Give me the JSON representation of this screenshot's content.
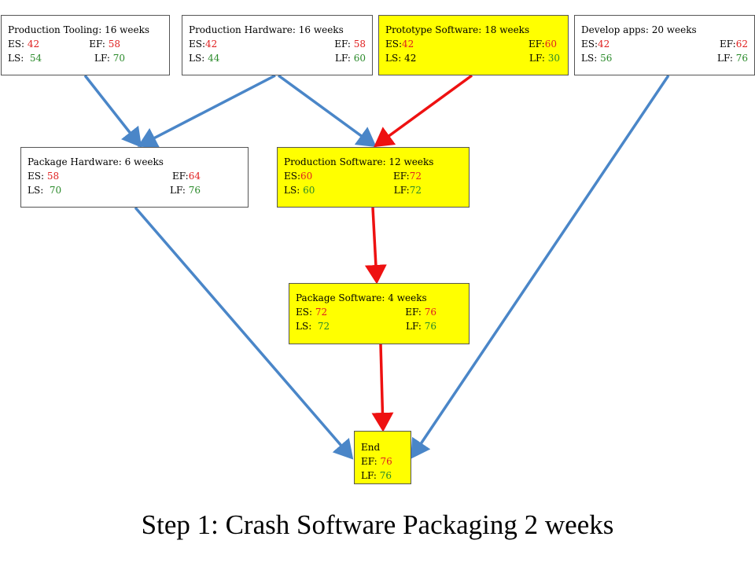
{
  "nodes": {
    "prod_tooling": {
      "title": "Production Tooling: 16 weeks",
      "es_label": "ES:",
      "es": "42",
      "ef_label": "EF:",
      "ef": "58",
      "ls_label": "LS:",
      "ls": "54",
      "lf_label": "LF:",
      "lf": "70",
      "critical": false
    },
    "prod_hardware": {
      "title": "Production Hardware: 16 weeks",
      "es_label": "ES:",
      "es": "42",
      "ef_label": "EF:",
      "ef": "58",
      "ls_label": "LS:",
      "ls": "44",
      "lf_label": "LF:",
      "lf": "60",
      "critical": false
    },
    "prototype_software": {
      "title": "Prototype Software: 18 weeks",
      "es_label": "ES:",
      "es": "42",
      "ef_label": "EF:",
      "ef": "60",
      "ls_label": "LS:",
      "ls": "42",
      "lf_label": "LF:",
      "lf": "30",
      "critical": true
    },
    "develop_apps": {
      "title": "Develop apps: 20 weeks",
      "es_label": "ES:",
      "es": "42",
      "ef_label": "EF:",
      "ef": "62",
      "ls_label": "LS:",
      "ls": "56",
      "lf_label": "LF:",
      "lf": "76",
      "critical": false
    },
    "package_hardware": {
      "title": "Package Hardware: 6 weeks",
      "es_label": "ES:",
      "es": "58",
      "ef_label": "EF:",
      "ef": "64",
      "ls_label": "LS:",
      "ls": "70",
      "lf_label": "LF:",
      "lf": "76",
      "critical": false
    },
    "production_software": {
      "title": "Production Software: 12 weeks",
      "es_label": "ES:",
      "es": "60",
      "ef_label": "EF:",
      "ef": "72",
      "ls_label": "LS:",
      "ls": "60",
      "lf_label": "LF:",
      "lf": "72",
      "critical": true
    },
    "package_software": {
      "title": "Package Software: 4 weeks",
      "es_label": "ES:",
      "es": "72",
      "ef_label": "EF:",
      "ef": "76",
      "ls_label": "LS:",
      "ls": "72",
      "lf_label": "LF:",
      "lf": "76",
      "critical": true
    },
    "end": {
      "title": "End",
      "ef_label": "EF:",
      "ef": "76",
      "lf_label": "LF:",
      "lf": "76",
      "critical": true
    }
  },
  "edges": [
    {
      "from": "prod_tooling",
      "to": "package_hardware",
      "critical": false
    },
    {
      "from": "prod_hardware",
      "to": "package_hardware",
      "critical": false
    },
    {
      "from": "prod_hardware",
      "to": "production_software",
      "critical": false
    },
    {
      "from": "prototype_software",
      "to": "production_software",
      "critical": true
    },
    {
      "from": "production_software",
      "to": "package_software",
      "critical": true
    },
    {
      "from": "package_software",
      "to": "end",
      "critical": true
    },
    {
      "from": "package_hardware",
      "to": "end",
      "critical": false
    },
    {
      "from": "develop_apps",
      "to": "end",
      "critical": false
    }
  ],
  "colors": {
    "critical_fill": "#ffff00",
    "normal_fill": "#ffffff",
    "critical_arrow": "#ee1111",
    "normal_arrow": "#4a86c8",
    "early_value": "#e02020",
    "late_value": "#2a8a2a"
  },
  "caption": "Step 1: Crash Software Packaging 2 weeks"
}
